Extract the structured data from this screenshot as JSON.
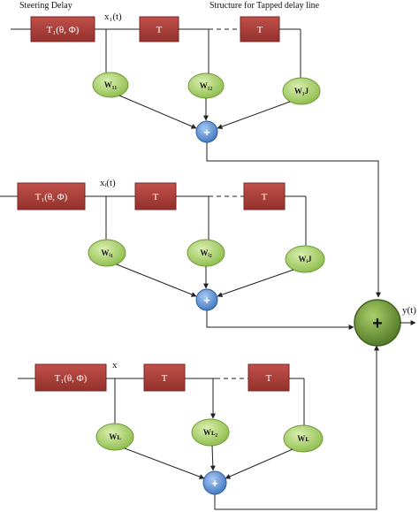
{
  "labels": {
    "steering_delay": "Steering Delay",
    "tapped_structure": "Structure for Tapped delay line",
    "output": "y(t)",
    "big_sum": "+"
  },
  "rows": [
    {
      "steer_label": "T₁(θ, Φ)",
      "signal_label": "x₁(t)",
      "t1_label": "T",
      "t2_label": "T",
      "weights": [
        "W₁₁",
        "W₁₂",
        "W₁J"
      ],
      "sum_label": "+"
    },
    {
      "steer_label": "T₁(θ, Φ)",
      "signal_label": "xᵢ(t)",
      "t1_label": "T",
      "t2_label": "T",
      "weights": [
        "Wᵢ₁",
        "Wᵢ₂",
        "WᵢJ"
      ],
      "sum_label": "+"
    },
    {
      "steer_label": "T₁(θ, Φ)",
      "signal_label": "x",
      "t1_label": "T",
      "t2_label": "T",
      "weights": [
        "Wʟ",
        "Wʟ₂",
        "Wʟ"
      ],
      "sum_label": "+"
    }
  ],
  "colors": {
    "delay_box": "#b0433f",
    "delay_box_edge": "#7a2624",
    "weight_fill": "#a9cf6a",
    "weight_edge": "#6e9a35",
    "sum_fill": "#5b8fd6",
    "sum_edge": "#2f5f9e",
    "big_sum_fill": "#6f9a3a",
    "big_sum_edge": "#3f5f1c",
    "line": "#222222"
  }
}
